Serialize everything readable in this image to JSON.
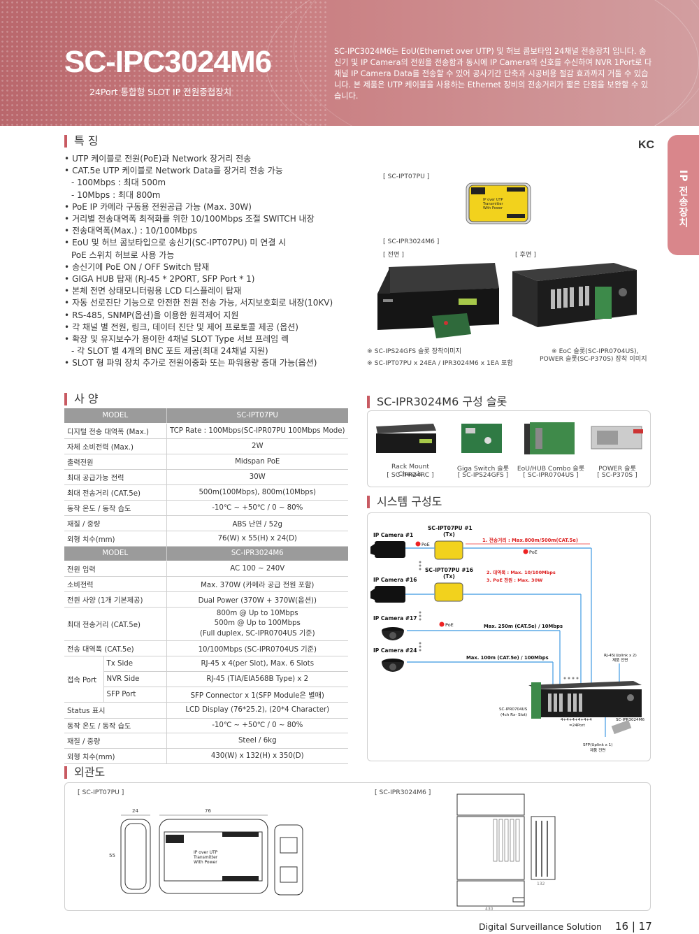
{
  "header": {
    "title": "SC-IPC3024M6",
    "subtitle": "24Port 통합형 SLOT IP 전원중첩장치",
    "description": "SC-IPC3024M6는 EoU(Ethernet over UTP) 및 허브 콤보타입 24채널 전송장치 입니다. 송신기 및 IP Camera의 전원을 전송함과 동시에 IP Camera의 신호를 수신하여 NVR 1Port로 다채널 IP Camera Data를 전송할 수 있어 공사기간 단축과 시공비용 절감 효과까지 거둘 수 있습니다. 본 제품은 UTP 케이블을 사용하는 Ethernet 장비의 전송거리가 짧은 단점을 보완할 수 있습니다."
  },
  "side_tab": "IP 전송장치",
  "kc_mark": "KC",
  "features": {
    "title": "특 징",
    "items": [
      {
        "t": "b",
        "text": "UTP 케이블로 전원(PoE)과 Network 장거리 전송"
      },
      {
        "t": "b",
        "text": "CAT.5e UTP 케이블로 Network Data를 장거리 전송 가능"
      },
      {
        "t": "i",
        "text": "- 100Mbps : 최대 500m"
      },
      {
        "t": "i",
        "text": "- 10Mbps : 최대 800m"
      },
      {
        "t": "b",
        "text": "PoE IP 카메라 구동용 전원공급 가능 (Max. 30W)"
      },
      {
        "t": "b",
        "text": "거리별 전송대역폭 최적화를 위한 10/100Mbps 조절 SWITCH 내장"
      },
      {
        "t": "b",
        "text": "전송대역폭(Max.) : 10/100Mbps"
      },
      {
        "t": "b",
        "text": "EoU 및 허브 콤보타입으로 송신기(SC-IPT07PU) 미 연결 시"
      },
      {
        "t": "c",
        "text": "PoE 스위치 허브로 사용 가능"
      },
      {
        "t": "b",
        "text": "송신기에 PoE ON / OFF Switch 탑재"
      },
      {
        "t": "b",
        "text": "GIGA HUB 탑재 (RJ-45 * 2PORT, SFP Port * 1)"
      },
      {
        "t": "b",
        "text": "본체 전면 상태모니터링용 LCD 디스플레이 탑재"
      },
      {
        "t": "b",
        "text": "자동 선로진단 기능으로 안전한 전원 전송 가능, 서지보호회로 내장(10KV)"
      },
      {
        "t": "b",
        "text": "RS-485, SNMP(옵션)을 이용한 원격제어 지원"
      },
      {
        "t": "b",
        "text": "각 채널 별 전원, 링크, 데이터 진단 및 제어 프로토콜 제공 (옵션)"
      },
      {
        "t": "b",
        "text": "확장 및 유지보수가 용이한 4채널 SLOT Type 서브 프레임 렉"
      },
      {
        "t": "i",
        "text": "- 각 SLOT 별 4개의 BNC 포트 제공(최대 24채널 지원)"
      },
      {
        "t": "b",
        "text": "SLOT 형 파워 장치 추가로 전원이중화 또는 파워용량 증대 가능(옵션)"
      }
    ]
  },
  "product_images": {
    "ipt_caption": "[ SC-IPT07PU ]",
    "ipr_caption": "[ SC-IPR3024M6 ]",
    "front_caption": "[ 전면 ]",
    "rear_caption": "[ 후면 ]",
    "note1": "※ SC-IPS24GFS 슬롯 장착이미지",
    "note2": "※ SC-IPT07PU x 24EA / IPR3024M6 x 1EA 포함",
    "note3": "※ EoC 슬롯(SC-IPR0704US),",
    "note4": "POWER 슬롯(SC-P370S) 장착 이미지",
    "tx_label_1": "IP over UTP",
    "tx_label_2": "Transmitter",
    "tx_label_3": "With Power"
  },
  "specs": {
    "title": "사 양",
    "group1_header": [
      "MODEL",
      "SC-IPT07PU"
    ],
    "group1_rows": [
      [
        "디지털 전송 대역폭 (Max.)",
        "TCP Rate : 100Mbps(SC-IPR07PU 100Mbps Mode)"
      ],
      [
        "자체 소비전력 (Max.)",
        "2W"
      ],
      [
        "출력전원",
        "Midspan PoE"
      ],
      [
        "최대 공급가능 전력",
        "30W"
      ],
      [
        "최대 전송거리 (CAT.5e)",
        "500m(100Mbps), 800m(10Mbps)"
      ],
      [
        "동작 온도 / 동작 습도",
        "-10℃ ~ +50℃ / 0 ~ 80%"
      ],
      [
        "재질 / 중량",
        "ABS 난연 / 52g"
      ],
      [
        "외형 치수(mm)",
        "76(W) x 55(H) x 24(D)"
      ]
    ],
    "group2_header": [
      "MODEL",
      "SC-IPR3024M6"
    ],
    "group2_rows_a": [
      [
        "전원 입력",
        "AC 100 ~ 240V"
      ],
      [
        "소비전력",
        "Max. 370W (카메라 공급 전원 포함)"
      ],
      [
        "전원 사양 (1개 기본제공)",
        "Dual Power (370W + 370W(옵션))"
      ]
    ],
    "distance_label": "최대 전송거리 (CAT.5e)",
    "distance_lines": [
      "800m @ Up to 10Mbps",
      "500m @ Up to 100Mbps",
      "(Full duplex, SC-IPR0704US 기준)"
    ],
    "bandwidth": [
      "전송 대역폭 (CAT.5e)",
      "10/100Mbps (SC-IPR0704US 기준)"
    ],
    "port_label": "접속 Port",
    "port_rows": [
      [
        "Tx Side",
        "RJ-45 x 4(per Slot), Max. 6 Slots"
      ],
      [
        "NVR Side",
        "RJ-45 (TIA/EIA568B Type) x 2"
      ],
      [
        "SFP Port",
        "SFP Connector x 1(SFP Module은 별매)"
      ]
    ],
    "group2_rows_b": [
      [
        "Status 표시",
        "LCD Display (76*25.2), (20*4 Character)"
      ],
      [
        "동작 온도 / 동작 습도",
        "-10℃ ~ +50℃ / 0 ~ 80%"
      ],
      [
        "재질 / 중량",
        "Steel / 6kg"
      ],
      [
        "외형 치수(mm)",
        "430(W) x 132(H) x 350(D)"
      ]
    ]
  },
  "slots": {
    "title": "SC-IPR3024M6 구성 슬롯",
    "items": [
      {
        "name": "Rack Mount Chassis",
        "model": "[ SC-IPR24RC ]"
      },
      {
        "name": "Giga Switch 슬롯",
        "model": "[ SC-IPS24GFS ]"
      },
      {
        "name": "EoU/HUB Combo 슬롯",
        "model": "[ SC-IPR0704US ]"
      },
      {
        "name": "POWER 슬롯",
        "model": "[ SC-P370S ]"
      }
    ]
  },
  "system": {
    "title": "시스템 구성도",
    "cam1": "IP Camera #1",
    "cam16": "IP Camera #16",
    "cam17": "IP Camera #17",
    "cam24": "IP Camera #24",
    "tx1": "SC-IPT07PU #1",
    "tx16": "SC-IPT07PU #16",
    "txs": "(Tx)",
    "poe": "PoE",
    "dist1": "1. 전송거리 : Max.800m/500m(CAT.5e)",
    "bw": "2. 대역폭 : Max. 10/100Mbps",
    "pwr": "3. PoE 전원 : Max. 30W",
    "max250": "Max. 250m (CAT.5e) / 10Mbps",
    "max100": "Max. 100m (CAT.5e) / 100Mbps",
    "uplink1": "RJ-45(Uplink x 2)",
    "uplink2": "제품 전면",
    "slot1": "SC-IPR0704US",
    "slot2": "(4ch Rx- Slot)",
    "ports1": "4+4+4+4+4+4",
    "ports2": "=24Port",
    "rx": "SC-IPR3024M6",
    "sfp1": "SFP(Uplink x 1)",
    "sfp2": "제품 전면"
  },
  "outline": {
    "title": "외관도",
    "ipt_caption": "[ SC-IPT07PU ]",
    "ipr_caption": "[ SC-IPR3024M6 ]",
    "dim24": "24",
    "dim76": "76",
    "dim55": "55",
    "dim132": "132",
    "dim430": "430"
  },
  "footer": {
    "solution": "Digital Surveillance Solution",
    "pages": "16 | 17"
  }
}
